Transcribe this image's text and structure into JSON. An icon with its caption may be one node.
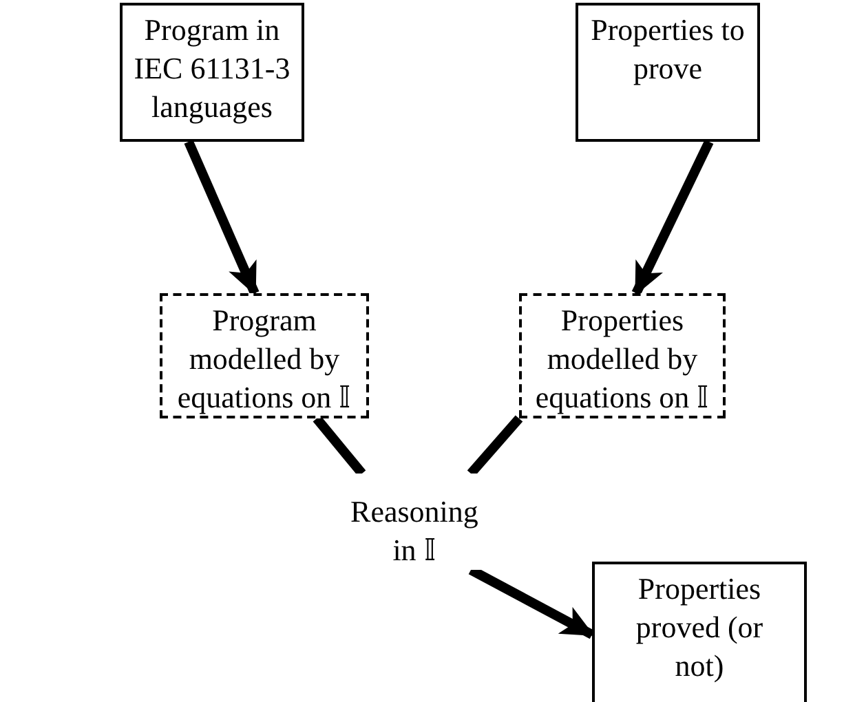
{
  "diagram": {
    "nodes": [
      {
        "text": [
          "Program in IEC 61131-3 languages"
        ]
      },
      {
        "text": [
          "Properties to prove"
        ]
      },
      {
        "text": [
          "Program modelled by equations on 𝕀"
        ]
      },
      {
        "text": [
          "Properties modelled by equations on 𝕀"
        ]
      },
      {
        "text": [
          "Reasoning in 𝕀"
        ]
      },
      {
        "text": [
          "Properties proved (or not)"
        ]
      }
    ],
    "edges": [
      {
        "from": 0,
        "to": 2,
        "arrow": "to"
      },
      {
        "from": 1,
        "to": 3,
        "arrow": "to"
      },
      {
        "from": 2,
        "to": 4,
        "arrow": "none"
      },
      {
        "from": 3,
        "to": 4,
        "arrow": "none"
      },
      {
        "from": 4,
        "to": 5,
        "arrow": "to"
      }
    ]
  }
}
